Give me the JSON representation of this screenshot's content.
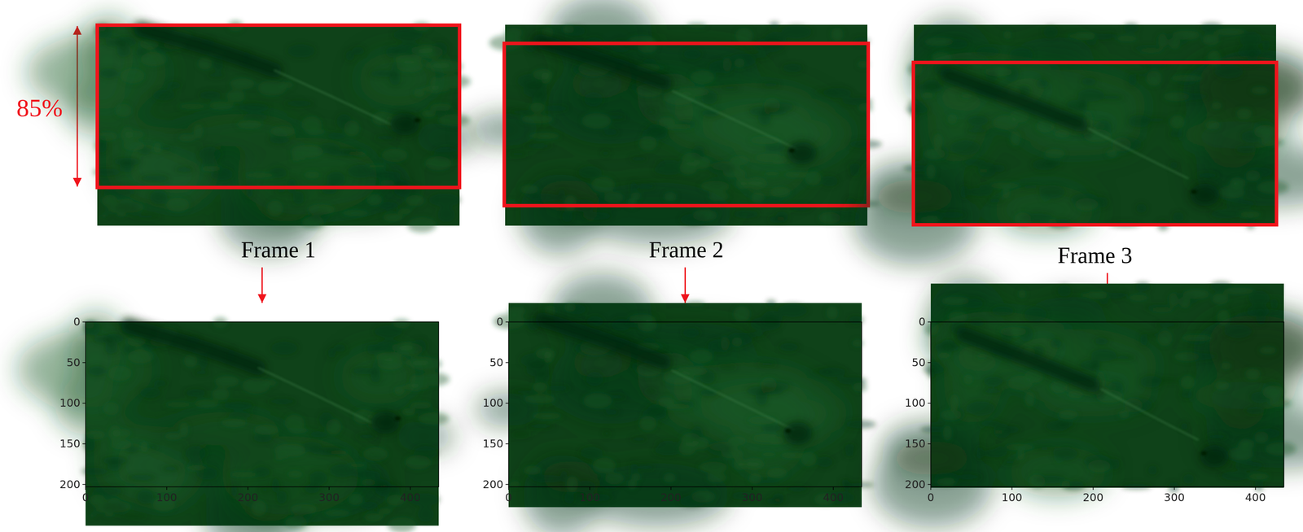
{
  "diagram": {
    "nodes": [
      {
        "text": [
          "Frame 1"
        ]
      },
      {
        "text": [
          "Frame 2"
        ]
      },
      {
        "text": [
          "Frame 3"
        ]
      },
      {
        "text": [
          "0",
          "50",
          "100",
          "150",
          "200",
          "0",
          "100",
          "200",
          "300",
          "400"
        ]
      },
      {
        "text": [
          "0",
          "50",
          "100",
          "150",
          "200",
          "0",
          "100",
          "200",
          "300",
          "400"
        ]
      },
      {
        "text": [
          "0",
          "50",
          "100",
          "150",
          "200",
          "0",
          "100",
          "200",
          "300",
          "400"
        ]
      }
    ],
    "edges": [
      {
        "from": 0,
        "to": 3,
        "arrow": "to"
      },
      {
        "from": 1,
        "to": 4,
        "arrow": "to"
      },
      {
        "from": 2,
        "to": 5,
        "arrow": "to"
      }
    ],
    "labels": [
      "85%"
    ]
  }
}
